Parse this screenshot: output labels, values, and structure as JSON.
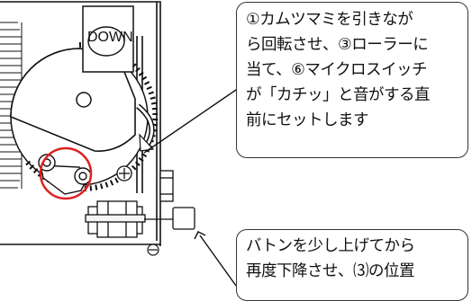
{
  "cam_knob": {
    "label": "DOWN"
  },
  "callouts": [
    {
      "lines": [
        "①カムツマミを引きなが",
        "ら回転させ、③ローラーに",
        "当て、⑥マイクロスイッチ",
        "が「カチッ」と音がする直",
        "前にセットします"
      ]
    },
    {
      "lines": [
        "バトンを少し上げてから",
        "再度下降させ、⑶の位置"
      ]
    }
  ],
  "colors": {
    "line": "#111111",
    "highlight": "#e02020",
    "panel_shade": "#f5f5f5"
  }
}
